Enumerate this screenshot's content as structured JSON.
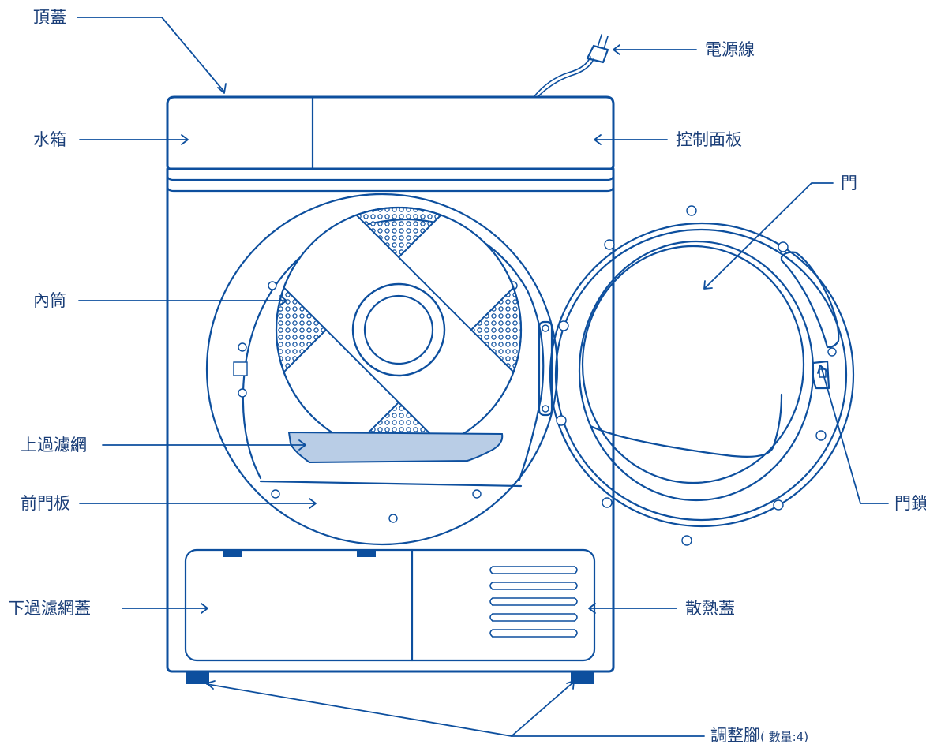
{
  "labels": {
    "top_cover": "頂蓋",
    "water_tank": "水箱",
    "drum": "內筒",
    "upper_filter": "上過濾網",
    "front_panel": "前門板",
    "lower_filter_cover": "下過濾網蓋",
    "power_cord": "電源線",
    "control_panel": "控制面板",
    "door": "門",
    "door_lock": "門鎖",
    "heat_cover": "散熱蓋",
    "adjustable_feet": "調整腳",
    "adjustable_feet_count": "( 數量:4)"
  },
  "colors": {
    "line": "#0d4f9e",
    "text": "#1a3e78",
    "filter_fill": "#b9cde6",
    "feet_fill": "#0d4f9e",
    "background": "#ffffff"
  }
}
